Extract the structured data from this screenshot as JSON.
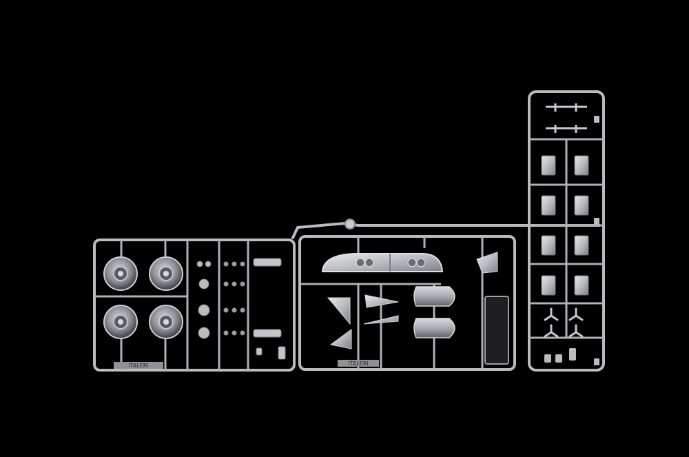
{
  "scene": {
    "description_free": true,
    "background_color": "#000000",
    "plastic_color": "#b9bcc0",
    "plastic_shadow_color": "#7d8085",
    "plastic_highlight_color": "#e6e8eb",
    "frames": [
      {
        "id": "left-sprue",
        "part_code_text": "ITALERI"
      },
      {
        "id": "middle-sprue",
        "part_code_text": "ITALERI"
      },
      {
        "id": "right-sprue",
        "part_code_text": ""
      }
    ]
  }
}
